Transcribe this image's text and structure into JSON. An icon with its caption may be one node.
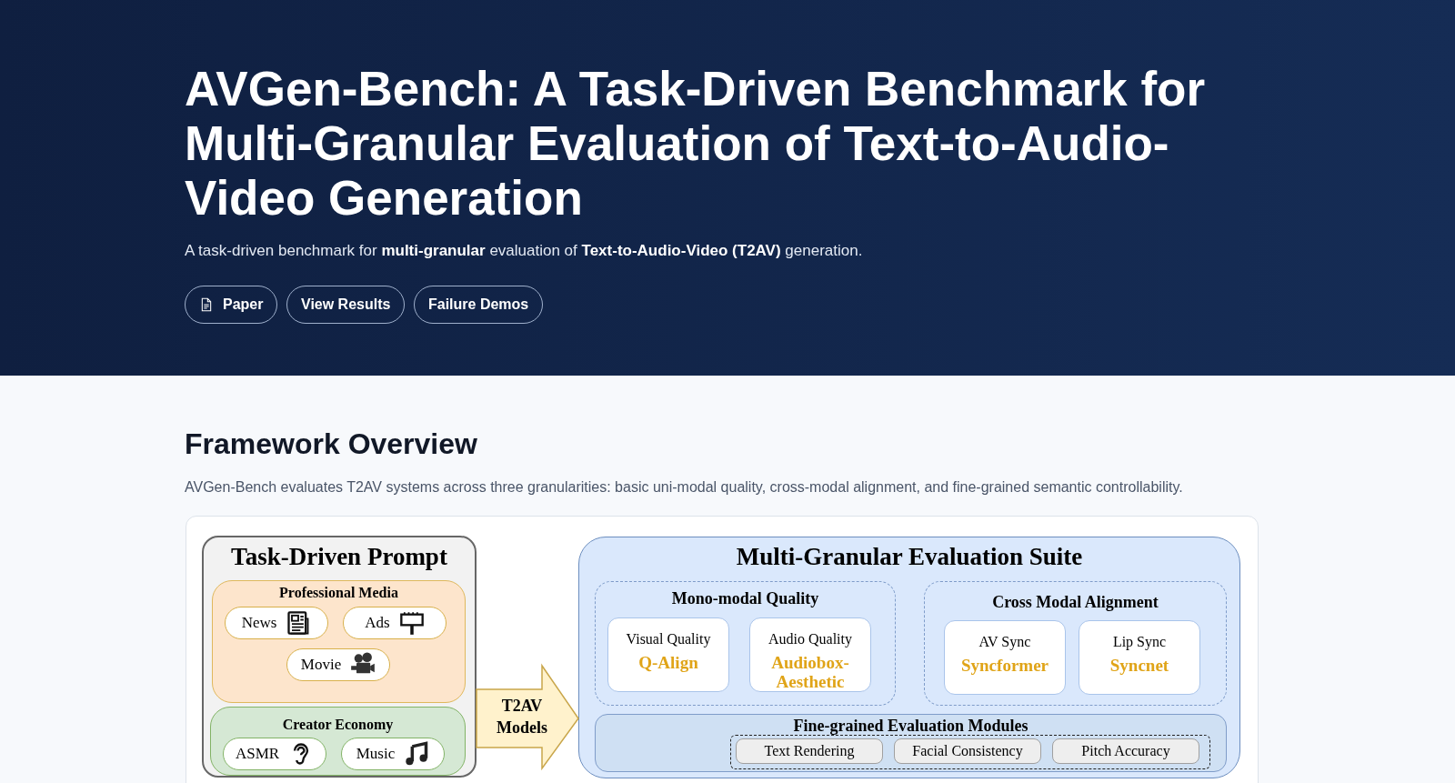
{
  "diagram": {
    "title": "AVGen-Bench: A Task-Driven Benchmark for Multi-Granular Evaluation of Text-to-Audio-Video Generation",
    "nodes": [
      {
        "text": [
          "Task-Driven Prompt"
        ]
      },
      {
        "text": [
          "Professional Media"
        ],
        "in": 0
      },
      {
        "text": [
          "News"
        ],
        "in": 1
      },
      {
        "text": [
          "Ads"
        ],
        "in": 1
      },
      {
        "text": [
          "Movie"
        ],
        "in": 1
      },
      {
        "text": [
          "Creator Economy"
        ],
        "in": 0
      },
      {
        "text": [
          "ASMR"
        ],
        "in": 5
      },
      {
        "text": [
          "Music"
        ],
        "in": 5
      },
      {
        "text": [
          "Multi-Granular Evaluation Suite"
        ]
      },
      {
        "text": [
          "Mono-modal Quality"
        ],
        "in": 8
      },
      {
        "text": [
          "Visual Quality",
          "Q-Align"
        ],
        "in": 9
      },
      {
        "text": [
          "Audio Quality",
          "Audiobox-Aesthetic"
        ],
        "in": 9
      },
      {
        "text": [
          "Cross Modal Alignment"
        ],
        "in": 8
      },
      {
        "text": [
          "AV Sync",
          "Syncformer"
        ],
        "in": 12
      },
      {
        "text": [
          "Lip Sync",
          "Syncnet"
        ],
        "in": 12
      },
      {
        "text": [
          "Fine-grained Evaluation Modules"
        ],
        "in": 8
      },
      {
        "text": [],
        "shape": "box",
        "in": 15
      },
      {
        "text": [
          "Text Rendering"
        ],
        "in": 16
      },
      {
        "text": [
          "Facial Consistency"
        ],
        "in": 16
      },
      {
        "text": [
          "Pitch Accuracy"
        ],
        "in": 16
      }
    ],
    "edges": [
      {
        "from": 0,
        "to": 8,
        "arrow": "to",
        "label": "T2AV Models"
      }
    ],
    "labels": [
      "A task-driven benchmark for **multi-granular** evaluation of **Text-to-Audio-Video (T2AV)** generation.",
      "Paper",
      "View Results",
      "Failure Demos",
      "Framework Overview",
      "AVGen-Bench evaluates T2AV systems across three granularities: basic uni-modal quality, cross-modal alignment, and fine-grained semantic controllability."
    ]
  }
}
